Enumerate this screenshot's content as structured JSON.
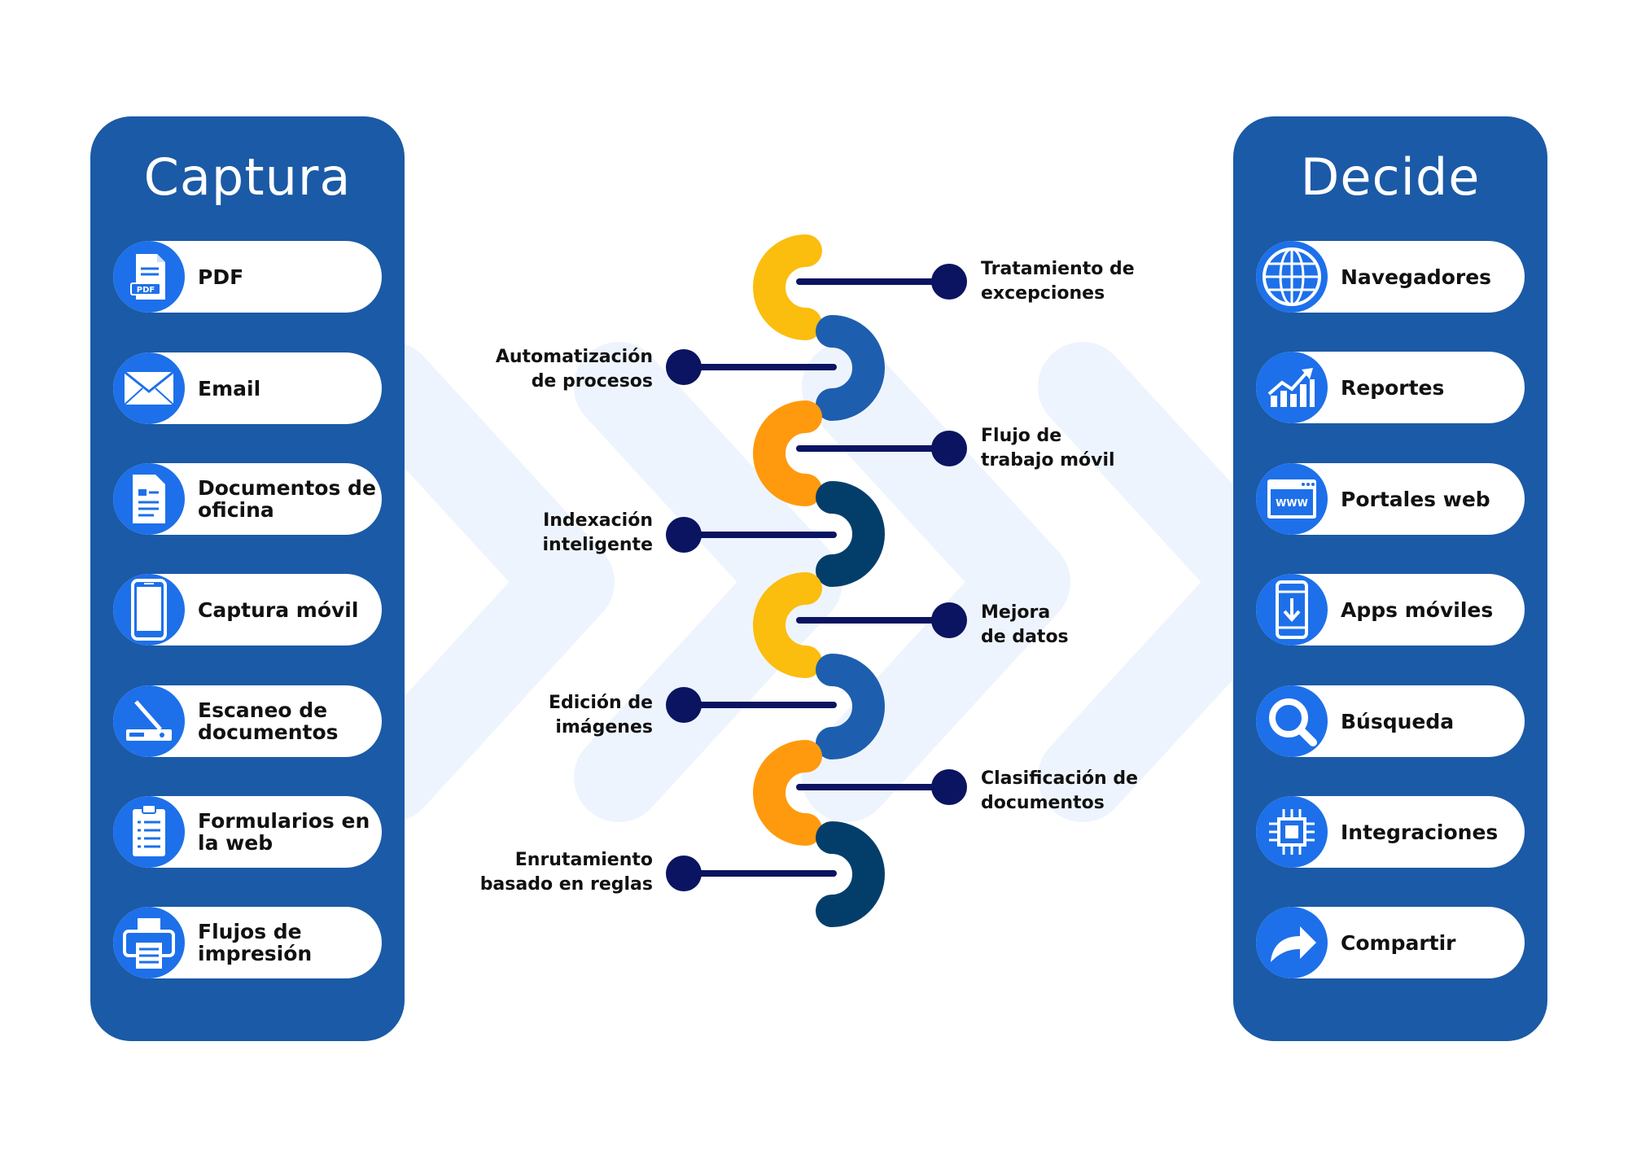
{
  "capture": {
    "title": "Captura",
    "items": [
      {
        "label": "PDF",
        "icon": "pdf-file-icon"
      },
      {
        "label": "Email",
        "icon": "envelope-icon"
      },
      {
        "label": "Documentos de oficina",
        "icon": "document-icon"
      },
      {
        "label": "Captura móvil",
        "icon": "smartphone-icon"
      },
      {
        "label": "Escaneo de documentos",
        "icon": "scanner-icon"
      },
      {
        "label": "Formularios en la web",
        "icon": "clipboard-icon"
      },
      {
        "label": "Flujos de impresión",
        "icon": "printer-icon"
      }
    ]
  },
  "decide": {
    "title": "Decide",
    "items": [
      {
        "label": "Navegadores",
        "icon": "globe-icon"
      },
      {
        "label": "Reportes",
        "icon": "chart-icon"
      },
      {
        "label": "Portales web",
        "icon": "browser-window-icon"
      },
      {
        "label": "Apps móviles",
        "icon": "mobile-download-icon"
      },
      {
        "label": "Búsqueda",
        "icon": "magnifier-icon"
      },
      {
        "label": "Integraciones",
        "icon": "chip-icon"
      },
      {
        "label": "Compartir",
        "icon": "share-arrow-icon"
      }
    ]
  },
  "steps": {
    "right": [
      {
        "line1": "Tratamiento de",
        "line2": "excepciones"
      },
      {
        "line1": "Flujo de",
        "line2": "trabajo móvil"
      },
      {
        "line1": "Mejora",
        "line2": "de datos"
      },
      {
        "line1": "Clasificación de",
        "line2": "documentos"
      }
    ],
    "left": [
      {
        "line1": "Automatización",
        "line2": "de procesos"
      },
      {
        "line1": "Indexación",
        "line2": "inteligente"
      },
      {
        "line1": "Edición de",
        "line2": "imágenes"
      },
      {
        "line1": "Enrutamiento",
        "line2": "basado en reglas"
      }
    ]
  },
  "colors": {
    "panel": "#1b5aa6",
    "icon_circle": "#1d70ea",
    "dot": "#0b1460",
    "chevron": "#eef4fd",
    "arc_yellow": "#fbbd0e",
    "arc_orange": "#ff9a0e",
    "arc_blue": "#1d5fae",
    "arc_navy": "#033e6b"
  }
}
